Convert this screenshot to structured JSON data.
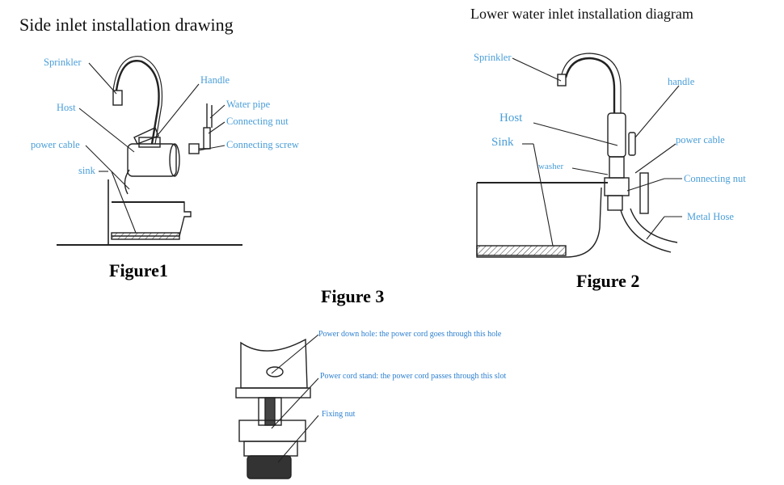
{
  "titles": {
    "side_inlet": "Side inlet installation drawing",
    "lower_inlet": "Lower water inlet installation diagram"
  },
  "figure_captions": {
    "figure1": "Figure1",
    "figure2": "Figure 2",
    "figure3": "Figure 3"
  },
  "figure1_labels": {
    "sprinkler": "Sprinkler",
    "handle": "Handle",
    "host": "Host",
    "water_pipe": "Water pipe",
    "connecting_nut": "Connecting nut",
    "power_cable": "power cable",
    "connecting_screw": "Connecting screw",
    "sink": "sink"
  },
  "figure2_labels": {
    "sprinkler": "Sprinkler",
    "handle": "handle",
    "host": "Host",
    "sink": "Sink",
    "power_cable": "power cable",
    "washer": "washer",
    "connecting_nut": "Connecting nut",
    "metal_hose": "Metal Hose"
  },
  "figure3_labels": {
    "power_down_hole": "Power down hole: the power cord goes through this hole",
    "power_cord_stand": "Power cord stand: the power cord passes through this slot",
    "fixing_nut": "Fixing nut"
  },
  "colors": {
    "label_blue": "#4a9ed8",
    "line": "#222222"
  }
}
